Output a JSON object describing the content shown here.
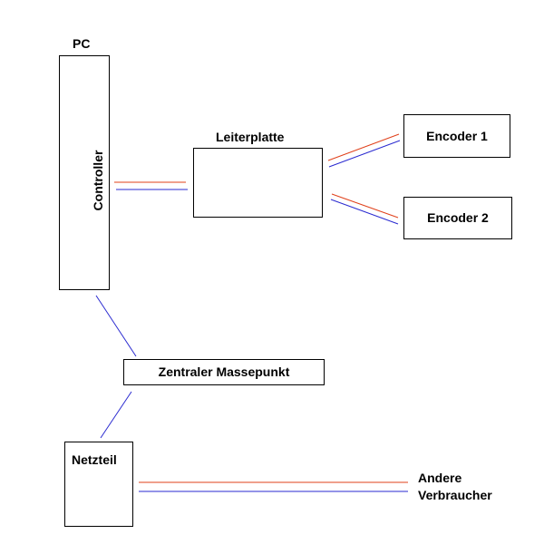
{
  "labels": {
    "pc": "PC",
    "controller": "Controller",
    "leiterplatte": "Leiterplatte",
    "encoder1": "Encoder 1",
    "encoder2": "Encoder 2",
    "masse": "Zentraler Massepunkt",
    "netzteil": "Netzteil",
    "andere_line1": "Andere",
    "andere_line2": "Verbraucher"
  },
  "colors": {
    "red_wire": "#e0401a",
    "blue_wire": "#2a2ad0",
    "border": "#000000"
  }
}
